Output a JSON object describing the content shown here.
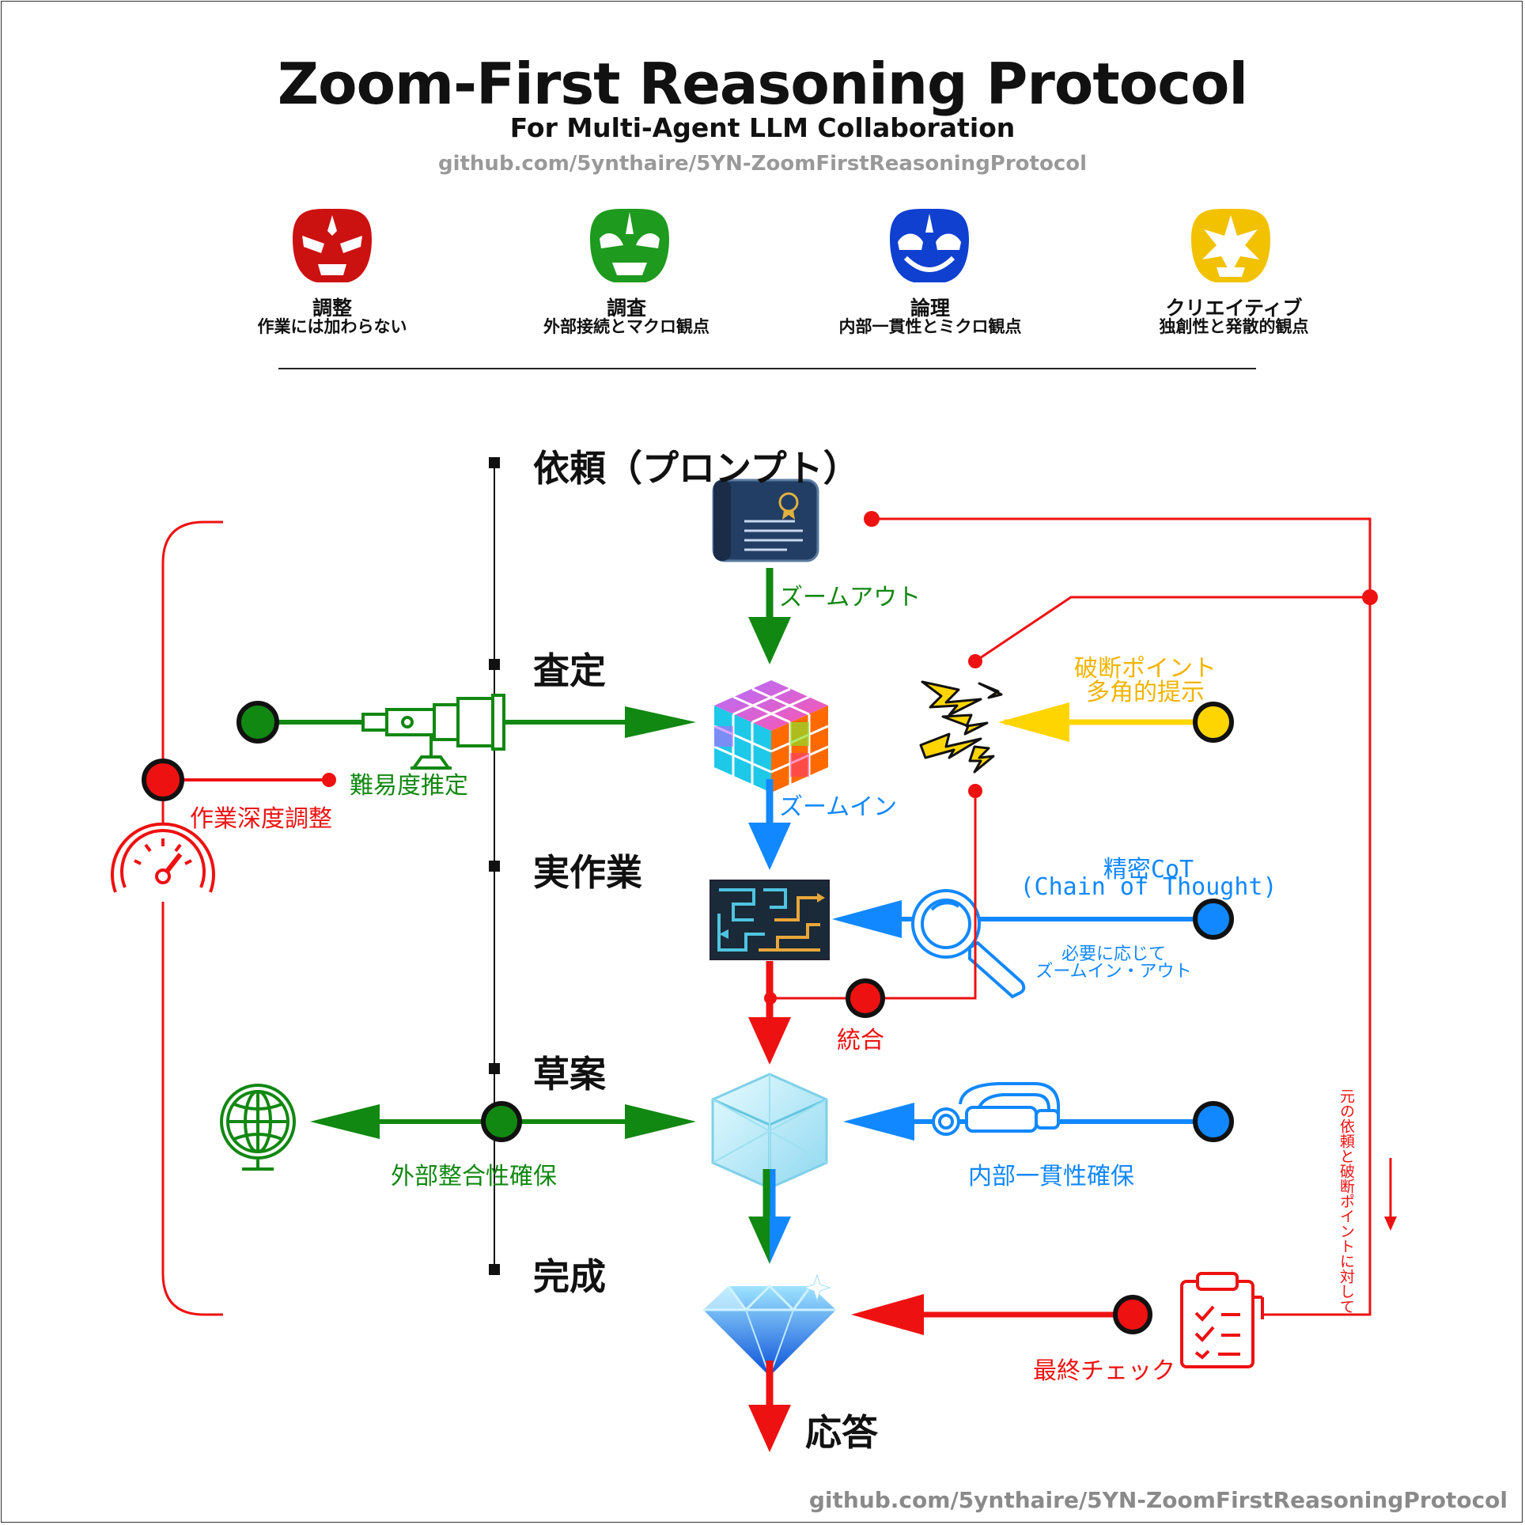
{
  "header": {
    "title": "Zoom-First Reasoning Protocol",
    "subtitle": "For Multi-Agent LLM Collaboration",
    "url": "github.com/5ynthaire/5YN-ZoomFirstReasoningProtocol"
  },
  "roles": [
    {
      "name": "調整",
      "description": "作業には加わらない",
      "color": "#cc1111",
      "icon": "red-ranger-helmet-icon"
    },
    {
      "name": "調査",
      "description": "外部接続とマクロ観点",
      "color": "#1e9a1e",
      "icon": "green-ranger-helmet-icon"
    },
    {
      "name": "論理",
      "description": "内部一貫性とミクロ観点",
      "color": "#1040d0",
      "icon": "blue-ranger-helmet-icon"
    },
    {
      "name": "クリエイティブ",
      "description": "独創性と発散的観点",
      "color": "#f2c200",
      "icon": "yellow-ranger-helmet-icon"
    }
  ],
  "stages": {
    "request": "依頼（プロンプト）",
    "assessment": "査定",
    "work": "実作業",
    "draft": "草案",
    "complete": "完成",
    "response": "応答"
  },
  "labels": {
    "zoom_out": "ズームアウト",
    "zoom_in": "ズームイン",
    "breaking_point_1": "破断ポイント",
    "breaking_point_2": "多角的提示",
    "difficulty": "難易度推定",
    "depth_adjust": "作業深度調整",
    "precise_cot_1": "精密CoT",
    "precise_cot_2": "(Chain of Thought)",
    "as_needed_1": "必要に応じて",
    "as_needed_2": "ズームイン・アウト",
    "integrate": "統合",
    "external": "外部整合性確保",
    "internal": "内部一貫性確保",
    "final_check": "最終チェック",
    "vertical_note": "元の依頼と破断ポイントに対して"
  },
  "colors": {
    "red": "#ee1111",
    "green": "#118811",
    "blue": "#1188ff",
    "yellow": "#ffd500",
    "navy": "#1b3050"
  }
}
